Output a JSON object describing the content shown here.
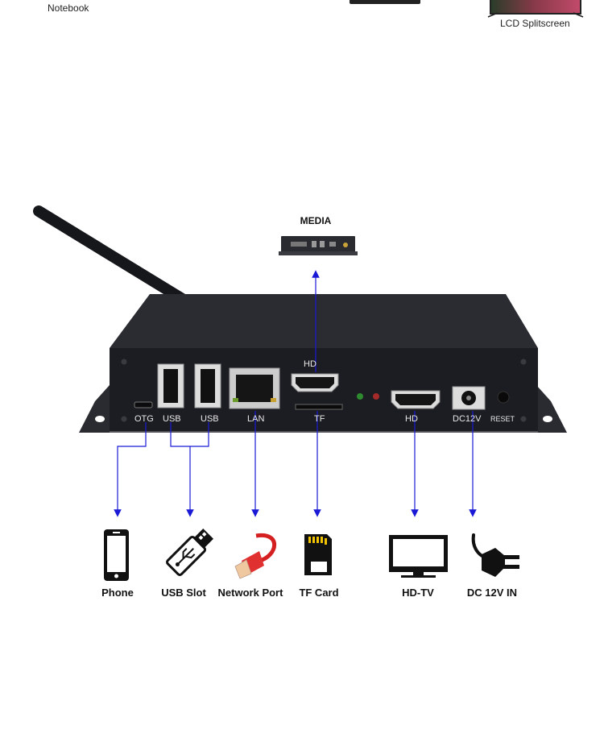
{
  "top": {
    "notebook_label": "Notebook",
    "lcd_label": "LCD Splitscreen"
  },
  "media": {
    "title": "MEDIA"
  },
  "device": {
    "ports": {
      "otg": "OTG",
      "usb1": "USB",
      "usb2": "USB",
      "lan": "LAN",
      "hd_top": "HD",
      "tf": "TF",
      "hd": "HD",
      "dc": "DC12V",
      "reset": "RESET"
    }
  },
  "devices": [
    {
      "label": "Phone",
      "icon": "phone-icon"
    },
    {
      "label": "USB Slot",
      "icon": "usb-stick-icon"
    },
    {
      "label": "Network Port",
      "icon": "network-cable-icon"
    },
    {
      "label": "TF Card",
      "icon": "sd-card-icon"
    },
    {
      "label": "HD-TV",
      "icon": "tv-icon"
    },
    {
      "label": "DC 12V IN",
      "icon": "power-plug-icon"
    }
  ],
  "colors": {
    "arrow": "#1a1ad6",
    "device_body": "#1c1d22"
  }
}
